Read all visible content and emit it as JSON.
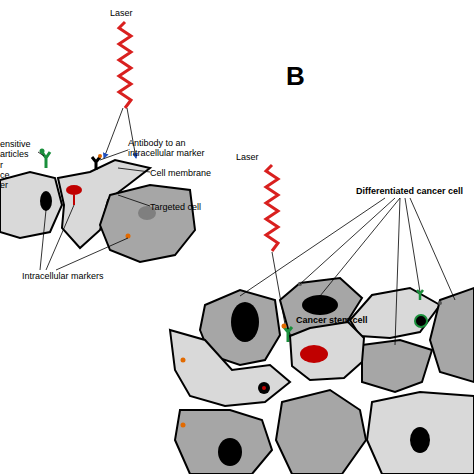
{
  "diagram": {
    "nodes": [
      {
        "text": [
          "Cancer stem cell"
        ]
      }
    ],
    "labels": [
      "Laser",
      "ensitive articles",
      "r ce er",
      "Antibody to an intracellular marker",
      "Cell membrane",
      "Targeted cell",
      "Intracellular markers",
      "B",
      "Laser",
      "Differentiated cancer cell"
    ]
  }
}
